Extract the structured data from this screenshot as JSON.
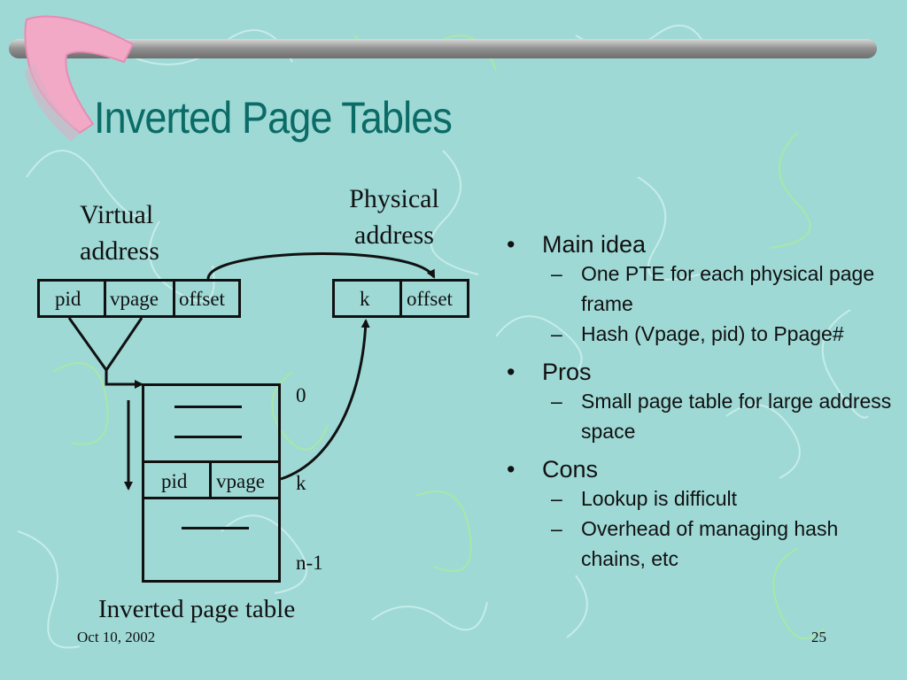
{
  "slide": {
    "title": "Inverted Page Tables",
    "footer_date": "Oct 10, 2002",
    "page_number": "25"
  },
  "diagram": {
    "virtual_address_label_line1": "Virtual",
    "virtual_address_label_line2": "address",
    "physical_address_label_line1": "Physical",
    "physical_address_label_line2": "address",
    "virtual_fields": [
      "pid",
      "vpage",
      "offset"
    ],
    "physical_fields": [
      "k",
      "offset"
    ],
    "table_row_fields": [
      "pid",
      "vpage"
    ],
    "index_top": "0",
    "index_match": "k",
    "index_bottom": "n-1",
    "table_caption": "Inverted page table"
  },
  "bullets": [
    {
      "text": "Main idea",
      "subs": [
        "One PTE for each physical page frame",
        "Hash (Vpage, pid) to Ppage#"
      ]
    },
    {
      "text": "Pros",
      "subs": [
        "Small page table for large address space"
      ]
    },
    {
      "text": "Cons",
      "subs": [
        "Lookup is difficult",
        "Overhead of managing hash chains, etc"
      ]
    }
  ],
  "colors": {
    "background": "#9ed9d6",
    "title": "#0b6b66",
    "pattern_light": "#c6ece9",
    "pattern_green": "#a9e7a6",
    "bar": "#9a9a9a",
    "boomerang_pink": "#f2a9c6"
  }
}
